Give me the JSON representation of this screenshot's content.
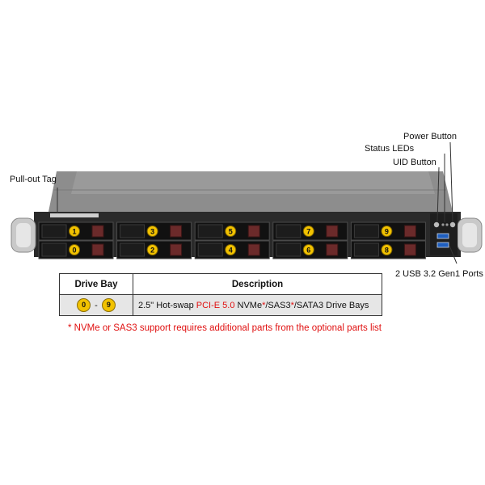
{
  "callouts": {
    "pull_out_tag": "Pull-out Tag",
    "power_button": "Power Button",
    "status_leds": "Status LEDs",
    "uid_button": "UID Button",
    "usb_ports": "2 USB 3.2 Gen1 Ports"
  },
  "drive_bays": {
    "top_row": [
      "1",
      "3",
      "5",
      "7",
      "9"
    ],
    "bottom_row": [
      "0",
      "2",
      "4",
      "6",
      "8"
    ]
  },
  "table": {
    "header_bay": "Drive Bay",
    "header_desc": "Description",
    "range_start": "0",
    "range_sep": "-",
    "range_end": "9",
    "desc_prefix": "2.5\" Hot-swap ",
    "desc_pcie": "PCI-E 5.0",
    "desc_nvme": " NVMe",
    "desc_star1": "*",
    "desc_sas3": "/SAS3",
    "desc_star2": "*",
    "desc_suffix": "/SATA3 Drive Bays"
  },
  "footnote": "* NVMe or SAS3 support requires additional parts from the optional parts list",
  "colors": {
    "accent_red": "#e01010",
    "badge_yellow": "#f2c200",
    "chassis": "#2a2a2a"
  }
}
